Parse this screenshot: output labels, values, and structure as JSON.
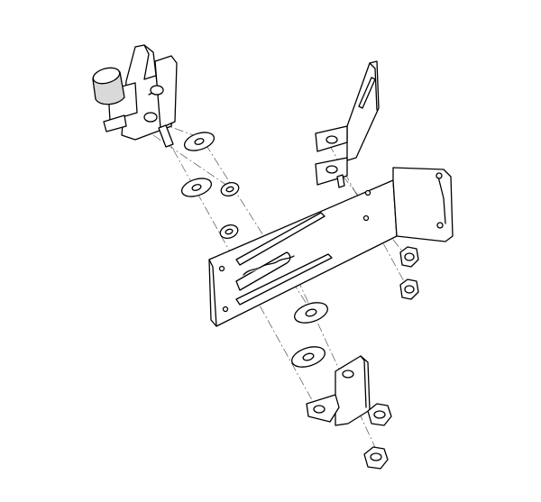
{
  "diagram": {
    "type": "exploded-assembly-line-drawing",
    "colors": {
      "line": "#000000",
      "background": "#ffffff",
      "shade": "#d9d9d9"
    },
    "parts": [
      "latch-body",
      "knob",
      "spring-pin",
      "flat-washer",
      "lock-washer",
      "main-mounting-plate",
      "upright-bracket",
      "lower-bracket",
      "hex-nut",
      "nylon-lock-nut"
    ]
  }
}
